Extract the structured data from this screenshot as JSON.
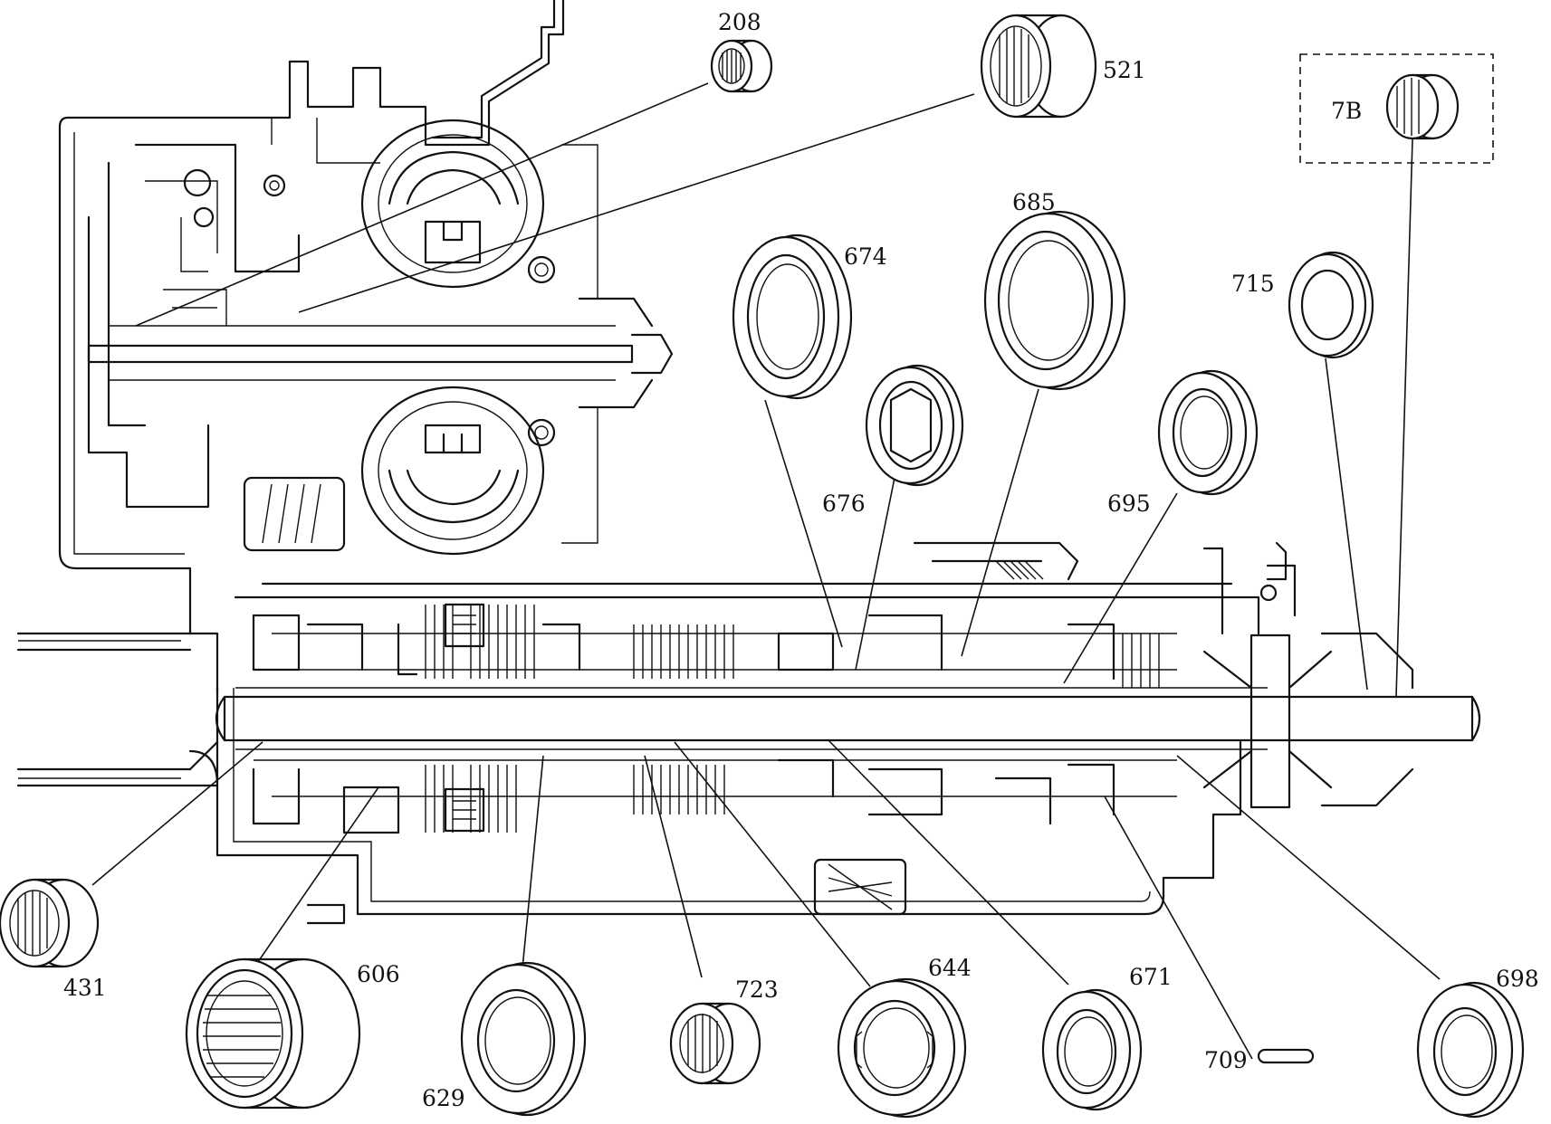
{
  "parts": [
    {
      "id": "208",
      "label": "208",
      "kind": "needle-bearing"
    },
    {
      "id": "521",
      "label": "521",
      "kind": "bushing"
    },
    {
      "id": "7B",
      "label": "7B",
      "kind": "needle-bearing-detail"
    },
    {
      "id": "674",
      "label": "674",
      "kind": "seal"
    },
    {
      "id": "685",
      "label": "685",
      "kind": "seal"
    },
    {
      "id": "715",
      "label": "715",
      "kind": "seal"
    },
    {
      "id": "676",
      "label": "676",
      "kind": "seal"
    },
    {
      "id": "695",
      "label": "695",
      "kind": "seal"
    },
    {
      "id": "431",
      "label": "431",
      "kind": "needle-bearing"
    },
    {
      "id": "606",
      "label": "606",
      "kind": "bushing"
    },
    {
      "id": "629",
      "label": "629",
      "kind": "seal"
    },
    {
      "id": "723",
      "label": "723",
      "kind": "needle-bearing"
    },
    {
      "id": "644",
      "label": "644",
      "kind": "seal"
    },
    {
      "id": "671",
      "label": "671",
      "kind": "seal"
    },
    {
      "id": "709",
      "label": "709",
      "kind": "pin"
    },
    {
      "id": "698",
      "label": "698",
      "kind": "seal"
    }
  ]
}
